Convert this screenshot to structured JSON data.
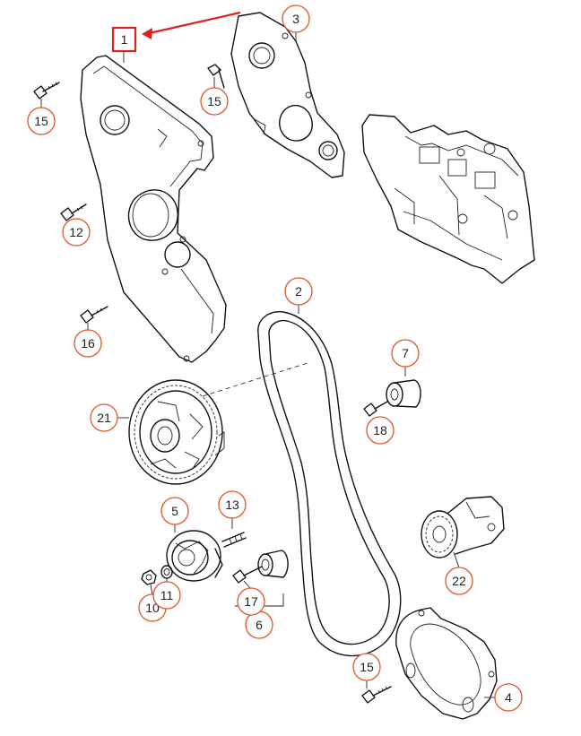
{
  "diagram": {
    "accent_color": "#e0552a",
    "highlight_color": "#e02020",
    "callouts": [
      "1",
      "2",
      "3",
      "4",
      "5",
      "6",
      "7",
      "10",
      "11",
      "12",
      "13",
      "15",
      "15",
      "15",
      "16",
      "17",
      "18",
      "21",
      "22"
    ]
  }
}
